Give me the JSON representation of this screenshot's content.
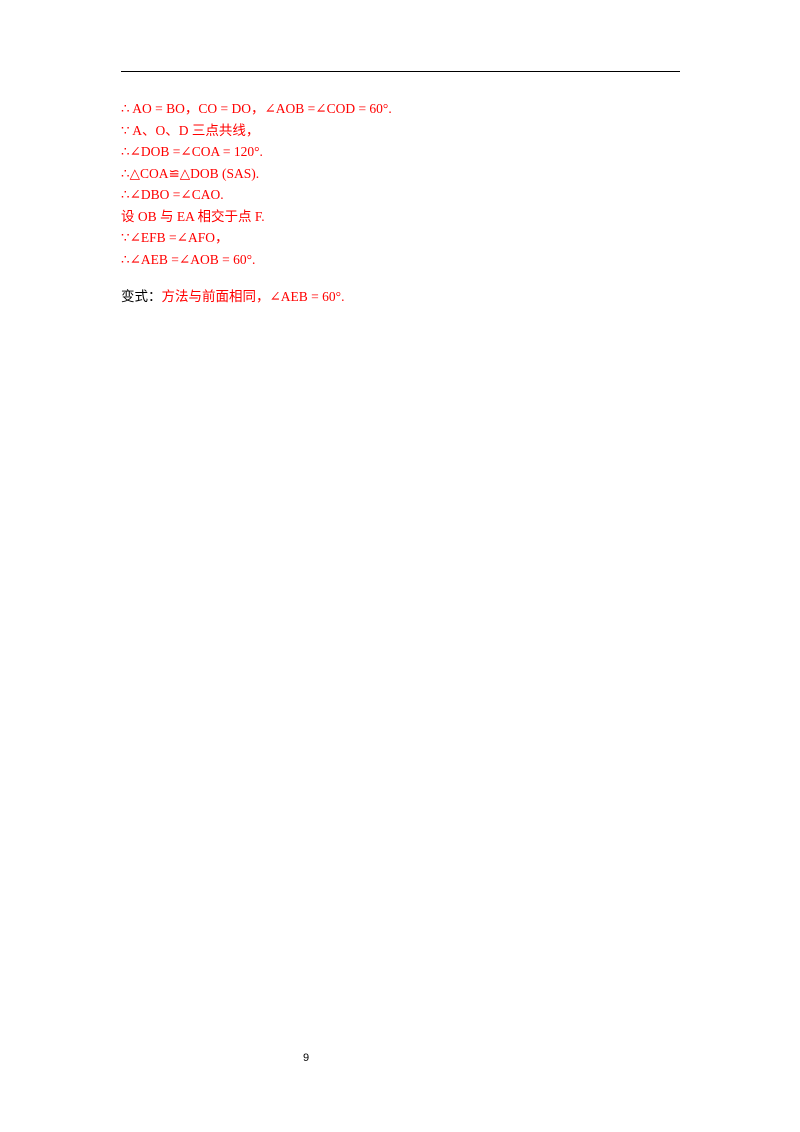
{
  "document": {
    "proof_lines": [
      "∴ AO = BO，CO = DO，∠AOB =∠COD = 60°.",
      "∵ A、O、D 三点共线，",
      "∴∠DOB =∠COA = 120°.",
      "∴△COA≌△DOB (SAS).",
      "∴∠DBO =∠CAO.",
      "设 OB 与 EA 相交于点 F.",
      "∵∠EFB =∠AFO，",
      "∴∠AEB =∠AOB = 60°."
    ],
    "variant": {
      "label": "变式：",
      "text": "方法与前面相同，∠AEB = 60°."
    }
  },
  "footer": {
    "page_number": "9"
  },
  "colors": {
    "solution_text": "#ff0000",
    "body_text": "#000000"
  }
}
